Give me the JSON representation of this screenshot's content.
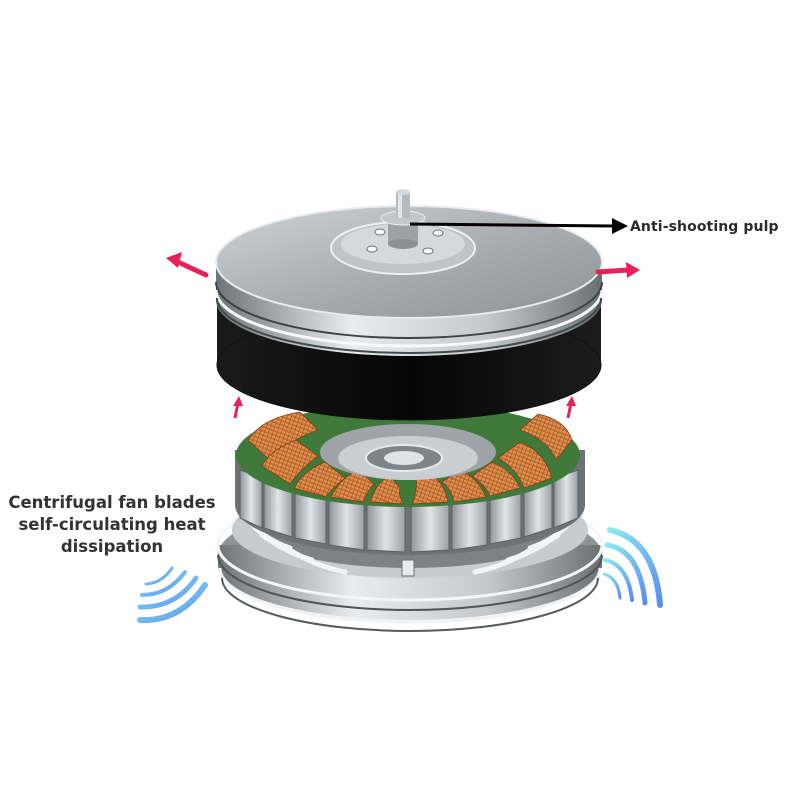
{
  "diagram": {
    "subject": "Outer-rotor brushless motor exploded view",
    "callouts": {
      "shaft": "Anti-shooting pulp",
      "fan": {
        "line1": "Centrifugal fan blades",
        "line2": "self-circulating heat",
        "line3": "dissipation"
      }
    },
    "components": {
      "rotor": "rotor-bell",
      "stator": "stator-windings",
      "base": "base-with-fan-blades",
      "shaft": "motor-shaft"
    },
    "indicators": {
      "heat_out_arrows": 2,
      "airflow_up_arrows": 2,
      "airflow_wave_icons": 2
    },
    "colors": {
      "heat_arrow": "#e8215a",
      "airflow_start": "#7ee3ee",
      "airflow_end": "#5a8ff0",
      "copper": "#d9823f",
      "stator_board": "#3f7a3a",
      "magnet_ring": "#0d0d0d",
      "aluminum": "#a8adb0",
      "callout_line": "#000000",
      "text": "#2b2b2b"
    }
  }
}
